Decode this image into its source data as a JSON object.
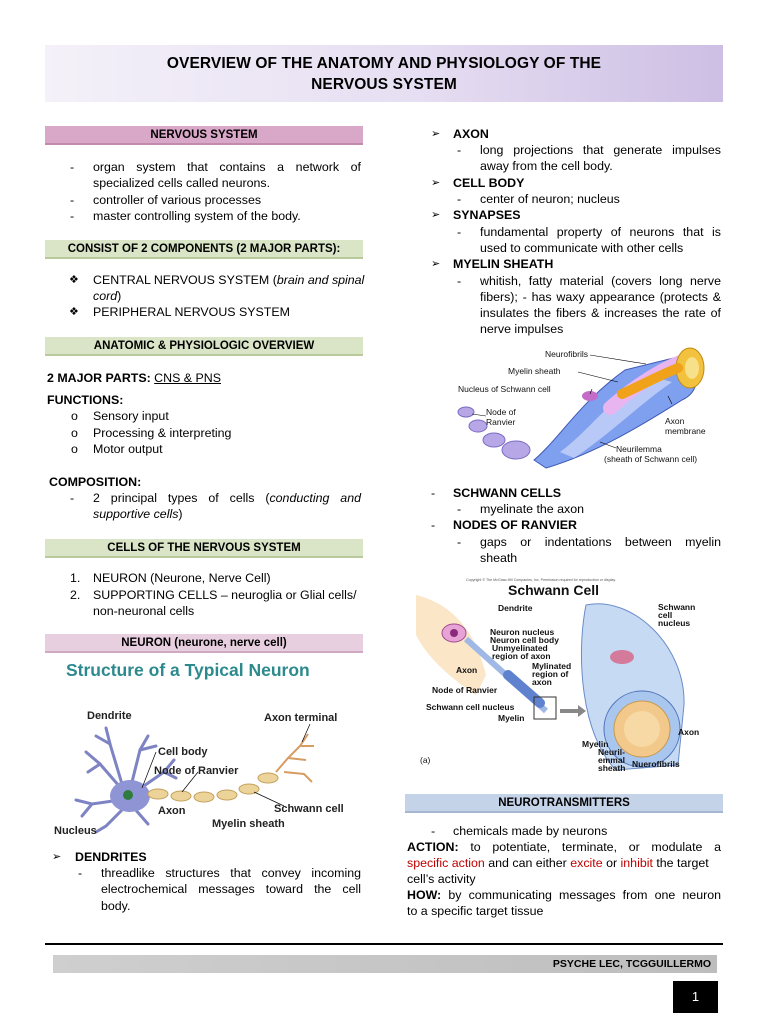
{
  "title_line1": "OVERVIEW OF THE ANATOMY AND PHYSIOLOGY OF THE",
  "title_line2": "NERVOUS SYSTEM",
  "left": {
    "h_nervous": "NERVOUS SYSTEM",
    "ns_1a": "organ system that contains a network of",
    "ns_1b": "specialized cells called neurons.",
    "ns_2": "controller of various processes",
    "ns_3": "master controlling system of the body.",
    "h_consist": "CONSIST OF 2 COMPONENTS (2 MAJOR PARTS):",
    "cns_a": "CENTRAL NERVOUS SYSTEM (",
    "cns_b": "brain and spinal",
    "cns_c": "cord",
    "cns_d": ")",
    "pns": "PERIPHERAL NERVOUS SYSTEM",
    "h_anat": "ANATOMIC & PHYSIOLOGIC OVERVIEW",
    "major_label": "2 MAJOR PARTS: ",
    "major_value": "CNS & PNS",
    "functions_label": "FUNCTIONS:",
    "f1": "Sensory input",
    "f2": "Processing & interpreting",
    "f3": "Motor output",
    "composition_label": "COMPOSITION:",
    "comp_a": "2 principal types of cells (",
    "comp_b": "conducting and",
    "comp_c": "supportive cells",
    "comp_d": ")",
    "h_cells": "CELLS OF THE NERVOUS SYSTEM",
    "c1": "NEURON (Neurone, Nerve Cell)",
    "c2a": "SUPPORTING CELLS – neuroglia or Glial cells/",
    "c2b": "non-neuronal cells",
    "h_neuron": "NEURON (neurone, nerve cell)",
    "neuron_fig": {
      "title": "Structure of a Typical Neuron",
      "dendrite": "Dendrite",
      "axon_terminal": "Axon terminal",
      "cell_body": "Cell body",
      "node": "Node of Ranvier",
      "axon": "Axon",
      "schwann": "Schwann cell",
      "myelin": "Myelin sheath",
      "nucleus": "Nucleus"
    },
    "dendrites_label": "DENDRITES",
    "d_a": "threadlike structures that convey incoming",
    "d_b": "electrochemical messages toward the cell",
    "d_c": "body."
  },
  "right": {
    "axon_label": "AXON",
    "axon_a": "long projections that generate impulses",
    "axon_b": "away from the cell body.",
    "cellbody_label": "CELL BODY",
    "cellbody_a": "center of neuron; nucleus",
    "syn_label": "SYNAPSES",
    "syn_a": "fundamental property of neurons that is",
    "syn_b": "used to communicate with other cells",
    "myelin_label": "MYELIN SHEATH",
    "my_a": "whitish, fatty material (covers long nerve",
    "my_b": "fibers); - has waxy appearance (protects &",
    "my_c": "insulates the fibers & increases the rate of",
    "my_d": "nerve impulses",
    "fig1": {
      "neurofibrils": "Neurofibrils",
      "myelin": "Myelin sheath",
      "nucleus": "Nucleus of Schwann cell",
      "node1": "Node of",
      "node2": "Ranvier",
      "axon1": "Axon",
      "axon2": "membrane",
      "neuri1": "Neurilemma",
      "neuri2": "(sheath of Schwann cell)"
    },
    "schwann_label": "SCHWANN CELLS",
    "schwann_a": "myelinate the axon",
    "nodes_label": "NODES OF RANVIER",
    "nodes_a": "gaps or indentations between myelin",
    "nodes_b": "sheath",
    "fig2": {
      "copyright": "Copyright © The McGraw-Hill Companies, Inc. Permission required for reproduction or display.",
      "title": "Schwann Cell",
      "dendrite": "Dendrite",
      "neuron_nucleus": "Neuron nucleus",
      "neuron_cellbody": "Neuron cell body",
      "unmy1": "Unmyelinated",
      "unmy2": "region of axon",
      "axon": "Axon",
      "myl1": "Mylinated",
      "myl2": "region of",
      "myl3": "axon",
      "node": "Node of Ranvier",
      "scn": "Schwann cell nucleus",
      "myelin": "Myelin",
      "sc1": "Schwann",
      "sc2": "cell",
      "sc3": "nucleus",
      "axon_r": "Axon",
      "myelin_b": "Myelin",
      "neuri1": "Neuril-",
      "neuri2": "emmal",
      "neuri3": "sheath",
      "neurofibrils": "Nuerofibrils",
      "panel": "(a)"
    },
    "h_neurotrans": "NEUROTRANSMITTERS",
    "nt_1": "chemicals made by neurons",
    "action_label": "ACTION:",
    "action_a": " to potentiate, terminate, or modulate a",
    "action_red1": "specific action",
    "action_b": " and can either ",
    "action_red2": "excite",
    "action_c": " or ",
    "action_red3": "inhibit",
    "action_d": " the target",
    "action_e": "cell’s activity",
    "how_label": "HOW:",
    "how_a": " by communicating messages from one neuron",
    "how_b": "to a specific target tissue"
  },
  "footer": {
    "course": "PSYCHE LEC, TCGGUILLERMO",
    "page": "1"
  }
}
